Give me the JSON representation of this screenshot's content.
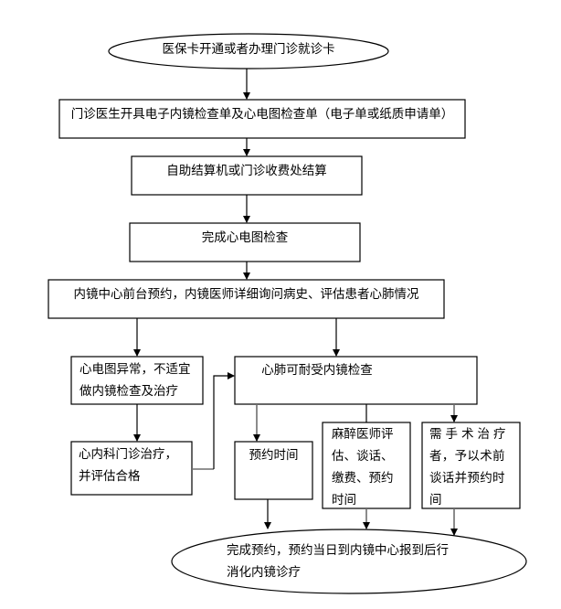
{
  "diagram": {
    "type": "flowchart",
    "nodes": [
      {
        "id": "start",
        "shape": "ellipse",
        "text": "医保卡开通或者办理门诊就诊卡"
      },
      {
        "id": "order",
        "shape": "rect",
        "text": "门诊医生开具电子内镜检查单及心电图检查单（电子单或纸质申请单）"
      },
      {
        "id": "pay",
        "shape": "rect",
        "text": "自助结算机或门诊收费处结算"
      },
      {
        "id": "ecg",
        "shape": "rect",
        "text": "完成心电图检查"
      },
      {
        "id": "frontdesk",
        "shape": "rect",
        "text": "内镜中心前台预约，内镜医师详细询问病史、评估患者心肺情况"
      },
      {
        "id": "ecg_abnormal",
        "shape": "rect",
        "lines": [
          "心电图异常，不适宜",
          "做内镜检查及治疗"
        ]
      },
      {
        "id": "cardio",
        "shape": "rect",
        "lines": [
          "心内科门诊治疗，",
          "并评估合格"
        ]
      },
      {
        "id": "tolerable",
        "shape": "rect",
        "text": "心肺可耐受内镜检查"
      },
      {
        "id": "schedule",
        "shape": "rect",
        "text": "预约时间"
      },
      {
        "id": "anesthesia",
        "shape": "rect",
        "lines": [
          "麻醉医师评",
          "估、谈话、",
          "缴费、预约",
          "时间"
        ]
      },
      {
        "id": "surgery",
        "shape": "rect",
        "lines": [
          "需手术治疗",
          "者，予以术前",
          "谈话并预约时",
          "间"
        ]
      },
      {
        "id": "end",
        "shape": "ellipse",
        "lines": [
          "完成预约，预约当日到内镜中心报到后行",
          "消化内镜诊疗"
        ]
      }
    ],
    "edges": [
      {
        "from": "start",
        "to": "order"
      },
      {
        "from": "order",
        "to": "pay"
      },
      {
        "from": "pay",
        "to": "ecg"
      },
      {
        "from": "ecg",
        "to": "frontdesk"
      },
      {
        "from": "frontdesk",
        "to": "ecg_abnormal"
      },
      {
        "from": "frontdesk",
        "to": "tolerable"
      },
      {
        "from": "ecg_abnormal",
        "to": "cardio"
      },
      {
        "from": "cardio",
        "to": "tolerable"
      },
      {
        "from": "tolerable",
        "to": "schedule"
      },
      {
        "from": "tolerable",
        "to": "anesthesia"
      },
      {
        "from": "tolerable",
        "to": "surgery"
      },
      {
        "from": "schedule",
        "to": "end"
      },
      {
        "from": "anesthesia",
        "to": "end"
      },
      {
        "from": "surgery",
        "to": "end"
      }
    ]
  },
  "colors": {
    "stroke": "#000000",
    "connector_gray": "#6e6e6e",
    "background": "#ffffff"
  }
}
